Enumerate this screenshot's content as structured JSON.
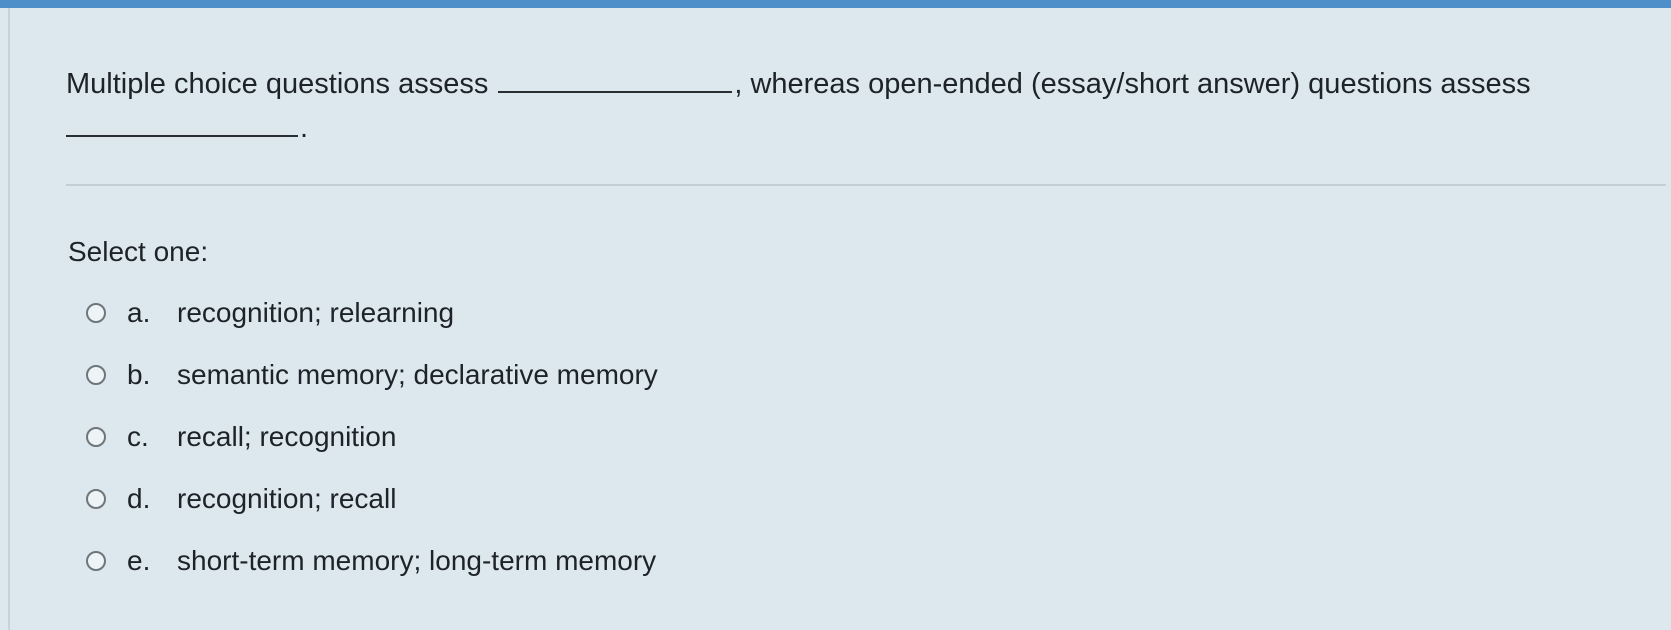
{
  "question": {
    "part1": "Multiple choice questions assess",
    "part2": ", whereas open-ended (essay/short answer) questions assess",
    "part3": "."
  },
  "select_label": "Select one:",
  "options": [
    {
      "letter": "a.",
      "text": "recognition; relearning"
    },
    {
      "letter": "b.",
      "text": "semantic memory; declarative memory"
    },
    {
      "letter": "c.",
      "text": "recall; recognition"
    },
    {
      "letter": "d.",
      "text": "recognition; recall"
    },
    {
      "letter": "e.",
      "text": "short-term memory; long-term memory"
    }
  ]
}
